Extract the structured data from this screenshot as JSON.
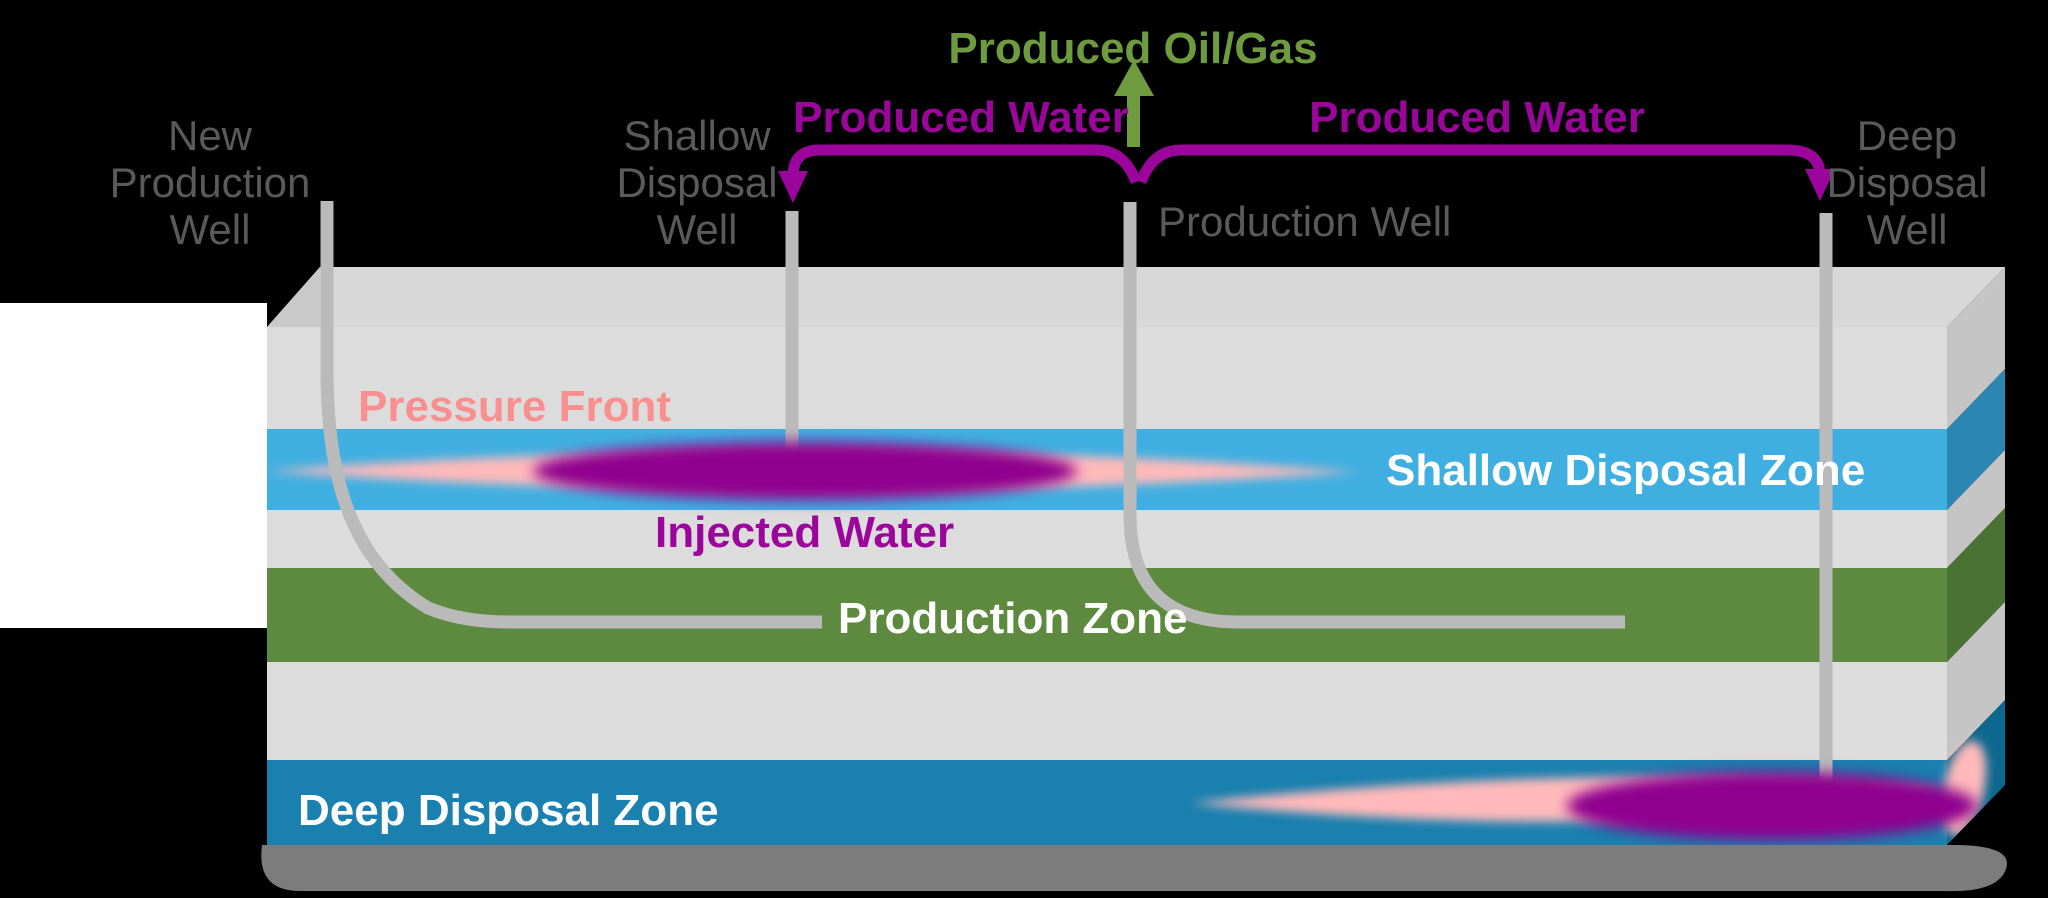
{
  "colors": {
    "background": "#000000",
    "panel_white": "#ffffff",
    "shadow": "#7c7c7c",
    "top_face": "#d8d8d8",
    "bevel": "#c9c9c9",
    "layer_gray": "#dcdcdc",
    "layer_gray_side": "#c5c5c5",
    "shallow_blue": "#3fafe1",
    "shallow_blue_side": "#2c86b2",
    "green_zone": "#5d8a3f",
    "green_zone_side": "#4a7232",
    "deep_blue": "#1980af",
    "deep_blue_side": "#0d6890",
    "plume_pink": "#ffb9ba",
    "plume_purple": "#8f018f",
    "well_gray": "#bababa",
    "text_gray": "#5a5a5a",
    "text_purple": "#9b059b",
    "text_green": "#6f9b3f",
    "text_pink": "#f9908f",
    "text_white": "#ffffff"
  },
  "labels": {
    "new_production_well": {
      "lines": [
        "New",
        "Production",
        "Well"
      ]
    },
    "shallow_disposal_well": {
      "lines": [
        "Shallow",
        "Disposal",
        "Well"
      ]
    },
    "deep_disposal_well": {
      "lines": [
        "Deep",
        "Disposal",
        "Well"
      ]
    },
    "production_well": "Production Well",
    "produced_oil_gas": "Produced Oil/Gas",
    "produced_water_left": "Produced Water",
    "produced_water_right": "Produced Water",
    "pressure_front": "Pressure Front",
    "injected_water": "Injected Water",
    "shallow_disposal_zone": "Shallow Disposal Zone",
    "production_zone": "Production Zone",
    "deep_disposal_zone": "Deep Disposal Zone"
  }
}
